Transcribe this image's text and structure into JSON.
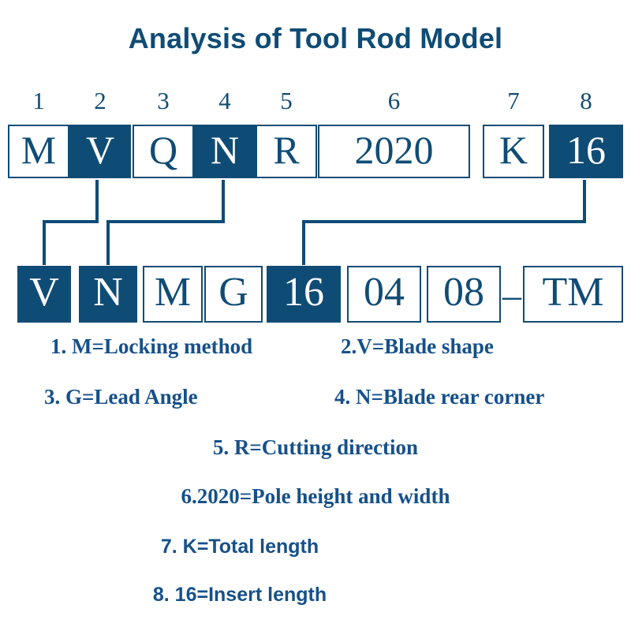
{
  "title": "Analysis of Tool Rod Model",
  "colors": {
    "primary": "#0f4c75",
    "legend_text": "#16508a",
    "background": "#ffffff"
  },
  "index_row": {
    "numbers": [
      "1",
      "2",
      "3",
      "4",
      "5",
      "6",
      "7",
      "8"
    ]
  },
  "tool_holder_code": {
    "cells": [
      {
        "text": "M",
        "filled": false
      },
      {
        "text": "V",
        "filled": true
      },
      {
        "text": "Q",
        "filled": false
      },
      {
        "text": "N",
        "filled": true
      },
      {
        "text": "R",
        "filled": false
      },
      {
        "text": "2020",
        "filled": false
      },
      {
        "text": "K",
        "filled": false
      },
      {
        "text": "16",
        "filled": true
      }
    ]
  },
  "insert_code": {
    "cells": [
      {
        "text": "V",
        "filled": true
      },
      {
        "text": "N",
        "filled": true
      },
      {
        "text": "M",
        "filled": false
      },
      {
        "text": "G",
        "filled": false
      },
      {
        "text": "16",
        "filled": true
      },
      {
        "text": "04",
        "filled": false
      },
      {
        "text": "08",
        "filled": false
      },
      {
        "text": "TM",
        "filled": false
      }
    ],
    "separator": "–"
  },
  "legend": {
    "row1_left": "1. M=Locking method",
    "row1_right": "2.V=Blade shape",
    "row2_left": "3. G=Lead Angle",
    "row2_right": "4. N=Blade rear corner",
    "row3": "5. R=Cutting direction",
    "row4": "6.2020=Pole height and width",
    "row5": "7. K=Total length",
    "row6": "8. 16=Insert length"
  }
}
